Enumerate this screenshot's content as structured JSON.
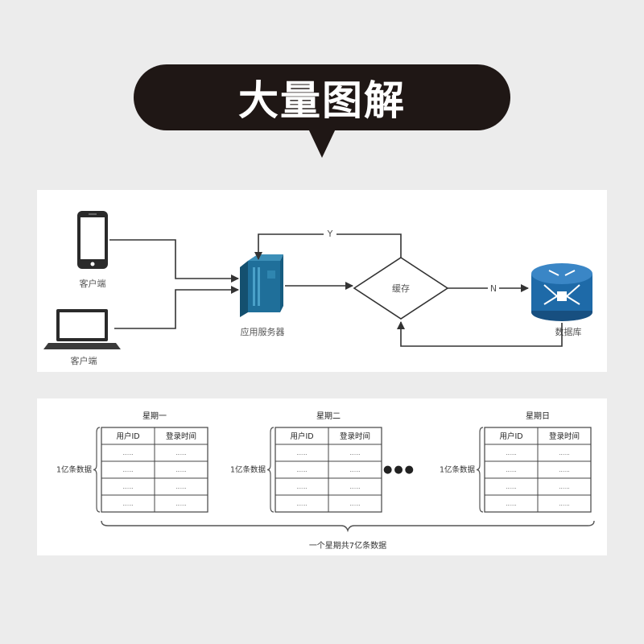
{
  "banner": {
    "title": "大量图解"
  },
  "flow": {
    "client_phone": "客户端",
    "client_laptop": "客户端",
    "app_server": "应用服务器",
    "cache": "缓存",
    "database": "数据库",
    "yes": "Y",
    "no": "N"
  },
  "weekly": {
    "tables": [
      {
        "title": "星期一",
        "side_label": "1亿条数据",
        "headers": [
          "用户ID",
          "登录时间"
        ],
        "cell": "......"
      },
      {
        "title": "星期二",
        "side_label": "1亿条数据",
        "headers": [
          "用户ID",
          "登录时间"
        ],
        "cell": "......"
      },
      {
        "title": "星期日",
        "side_label": "1亿条数据",
        "headers": [
          "用户ID",
          "登录时间"
        ],
        "cell": "......"
      }
    ],
    "ellipsis": "●●●",
    "total_label": "一个星期共7亿条数据"
  },
  "colors": {
    "banner_bg": "#1f1715",
    "server_blue": "#1f6f9a",
    "db_blue": "#1e6aa8",
    "line": "#333333"
  }
}
